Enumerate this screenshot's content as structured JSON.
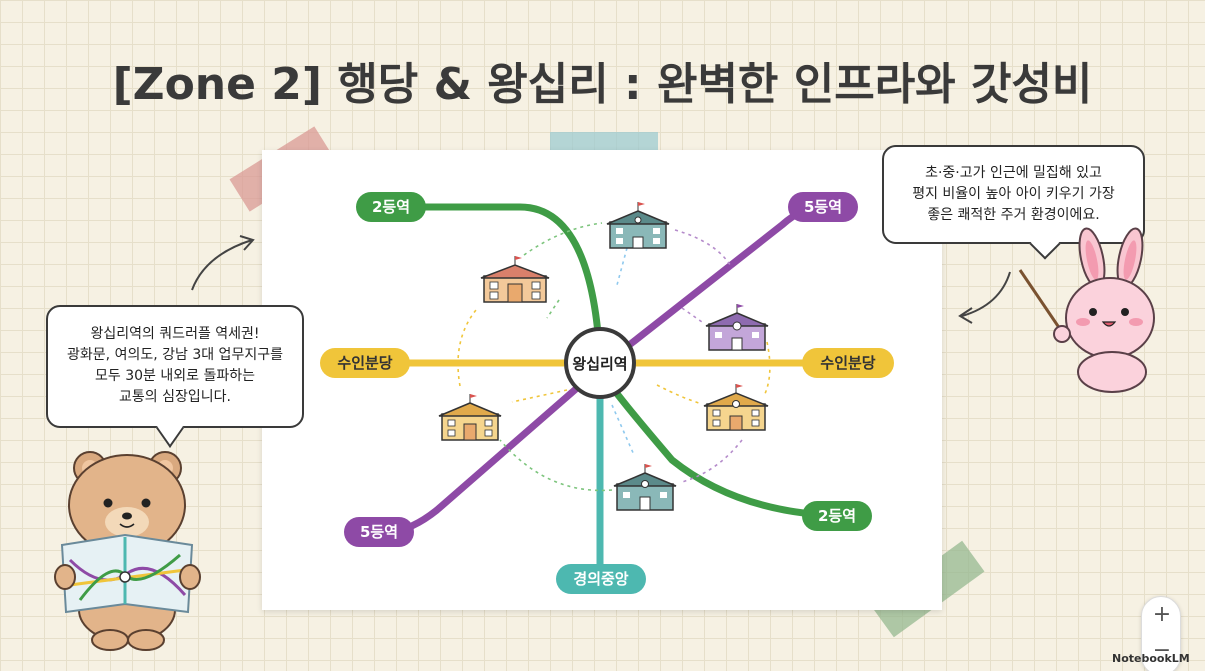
{
  "title": "[Zone 2] 행당 & 왕십리 : 완벽한 인프라와 갓성비",
  "colors": {
    "line2": "#3f9c46",
    "line5": "#8e4aa6",
    "bundang": "#f0c53a",
    "gyeongui": "#4db8b0",
    "background": "#f6f1e3"
  },
  "diagram": {
    "center": "왕십리역",
    "labels": {
      "line2_top": "2등역",
      "line5_top": "5등역",
      "bundang_left": "수인분당",
      "bundang_right": "수인분당",
      "line5_bottom": "5등역",
      "line2_bottom": "2등역",
      "gyeongui": "경의중앙"
    },
    "school_icons": [
      "school-icon",
      "school-icon",
      "school-icon",
      "school-icon",
      "school-icon",
      "school-icon"
    ]
  },
  "bubble_left": [
    "왕십리역의 쿼드러플 역세권!",
    "광화문, 여의도, 강남 3대 업무지구를",
    "모두 30분 내외로 돌파하는",
    "교통의 심장입니다."
  ],
  "bubble_right": [
    "초·중·고가 인근에 밀집해 있고",
    "평지 비율이 높아 아이 키우기 가장",
    "좋은 쾌적한 주거 환경이에요."
  ],
  "zoom": {
    "in": "+",
    "out": "−"
  },
  "brand": "NotebookLM"
}
